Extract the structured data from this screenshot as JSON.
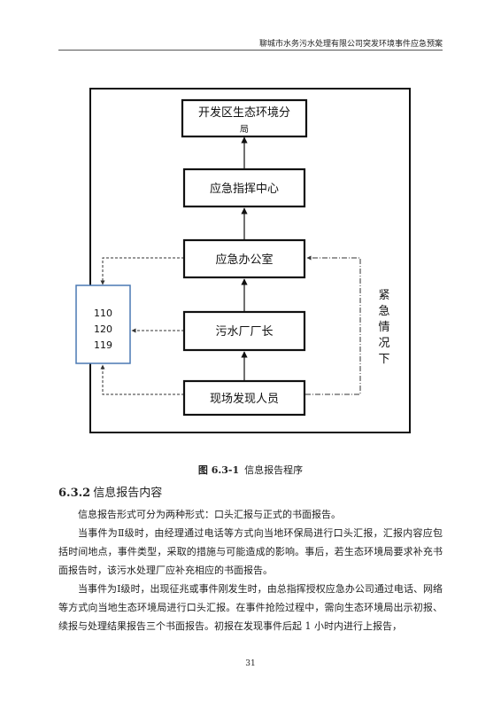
{
  "header": {
    "title": "聊城市水务污水处理有限公司突发环境事件应急预案"
  },
  "figure": {
    "nodes": {
      "bureau_line1": "开发区生态环境分",
      "bureau_line2": "局",
      "command_center": "应急指挥中心",
      "emergency_office": "应急办公室",
      "plant_director": "污水厂厂长",
      "onsite_staff": "现场发现人员"
    },
    "hotlines": [
      "110",
      "120",
      "119"
    ],
    "side_label": [
      "紧",
      "急",
      "情",
      "况",
      "下"
    ]
  },
  "caption": {
    "number": "图 6.3-1",
    "text": "信息报告程序"
  },
  "section": {
    "number": "6.3.2",
    "title": "信息报告内容"
  },
  "paragraphs": [
    "信息报告形式可分为两种形式：口头汇报与正式的书面报告。",
    "当事件为Ⅱ级时，由经理通过电话等方式向当地环保局进行口头汇报，汇报内容应包括时间地点，事件类型，采取的措施与可能造成的影响。事后，若生态环境局要求补充书面报告时，该污水处理厂应补充相应的书面报告。",
    "当事件为Ⅰ级时，出现征兆或事件刚发生时，由总指挥授权应急办公司通过电话、网络等方式向当地生态环境局进行口头汇报。在事件抢险过程中，需向生态环境局出示初报、续报与处理结果报告三个书面报告。初报在发现事件后起 1 小时内进行上报告，"
  ],
  "page_number": "31"
}
